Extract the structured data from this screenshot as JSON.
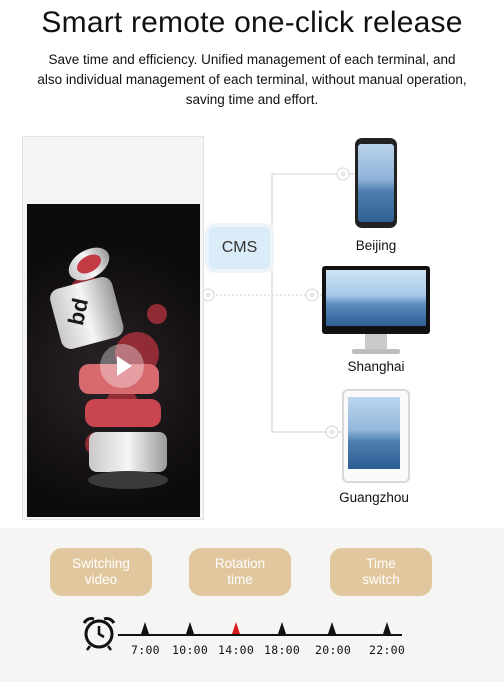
{
  "header": {
    "title": "Smart remote one-click release",
    "subtitle_lines": [
      "Save time and efficiency. Unified management of each terminal, and",
      "also individual management of each terminal, without manual operation,",
      "saving time and effort."
    ]
  },
  "diagram": {
    "hub_label": "CMS",
    "devices": [
      {
        "label": "Beijing",
        "icon": "phone-icon"
      },
      {
        "label": "Shanghai",
        "icon": "monitor-icon"
      },
      {
        "label": "Guangzhou",
        "icon": "tablet-icon"
      }
    ]
  },
  "modes": [
    {
      "label": "Switching\nvideo"
    },
    {
      "label": "Rotation\ntime"
    },
    {
      "label": "Time\nswitch"
    }
  ],
  "timeline": {
    "icon": "alarm-clock-icon",
    "times": [
      "7:00",
      "10:00",
      "14:00",
      "18:00",
      "20:00",
      "22:00"
    ],
    "highlighted": "14:00",
    "colors": {
      "pill": "#e1c79d",
      "highlight": "#d61b1b"
    }
  }
}
